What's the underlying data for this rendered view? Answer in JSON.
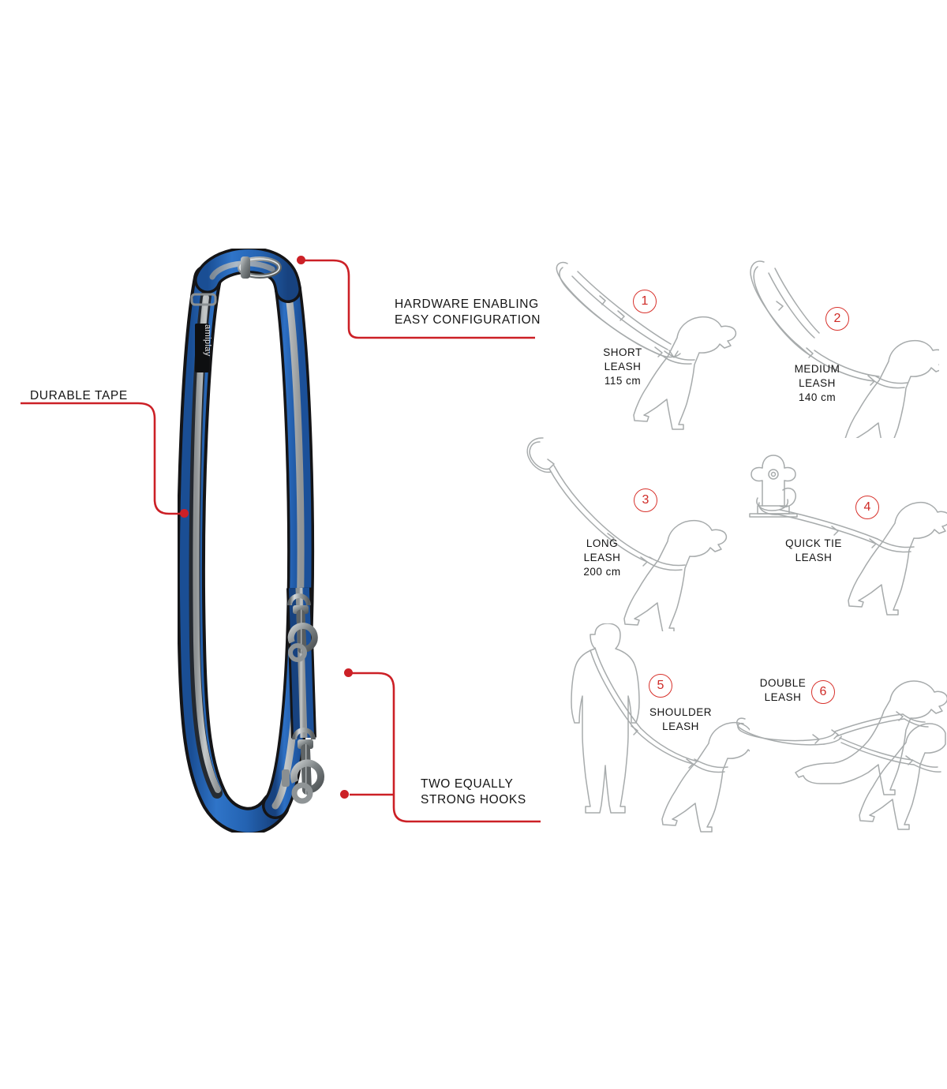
{
  "product": {
    "brand": "amiplay",
    "colors": {
      "webbing_blue": "#2a6cc0",
      "webbing_blue_dark": "#1d4f93",
      "reflective_grey": "#a9adae",
      "tape_black": "#1b1b1d",
      "metal": "#b8bcbd",
      "metal_dark": "#6e7375"
    }
  },
  "accent": {
    "red": "#cc2026",
    "badge_red": "#d8322c",
    "outline_grey": "#a7abac",
    "text_black": "#151515"
  },
  "callouts": [
    {
      "id": "hardware",
      "text": "HARDWARE ENABLING\nEASY CONFIGURATION"
    },
    {
      "id": "durable-tape",
      "text": "DURABLE TAPE"
    },
    {
      "id": "hooks",
      "text": "TWO EQUALLY\nSTRONG HOOKS"
    }
  ],
  "usage_modes": [
    {
      "number": "1",
      "label": "SHORT\nLEASH\n115 cm",
      "name": "short-leash",
      "length_cm": 115
    },
    {
      "number": "2",
      "label": "MEDIUM\nLEASH\n140 cm",
      "name": "medium-leash",
      "length_cm": 140
    },
    {
      "number": "3",
      "label": "LONG\nLEASH\n200 cm",
      "name": "long-leash",
      "length_cm": 200
    },
    {
      "number": "4",
      "label": "QUICK TIE\nLEASH",
      "name": "quick-tie-leash",
      "length_cm": null
    },
    {
      "number": "5",
      "label": "SHOULDER\nLEASH",
      "name": "shoulder-leash",
      "length_cm": null
    },
    {
      "number": "6",
      "label": "DOUBLE\nLEASH",
      "name": "double-leash",
      "length_cm": null
    }
  ]
}
